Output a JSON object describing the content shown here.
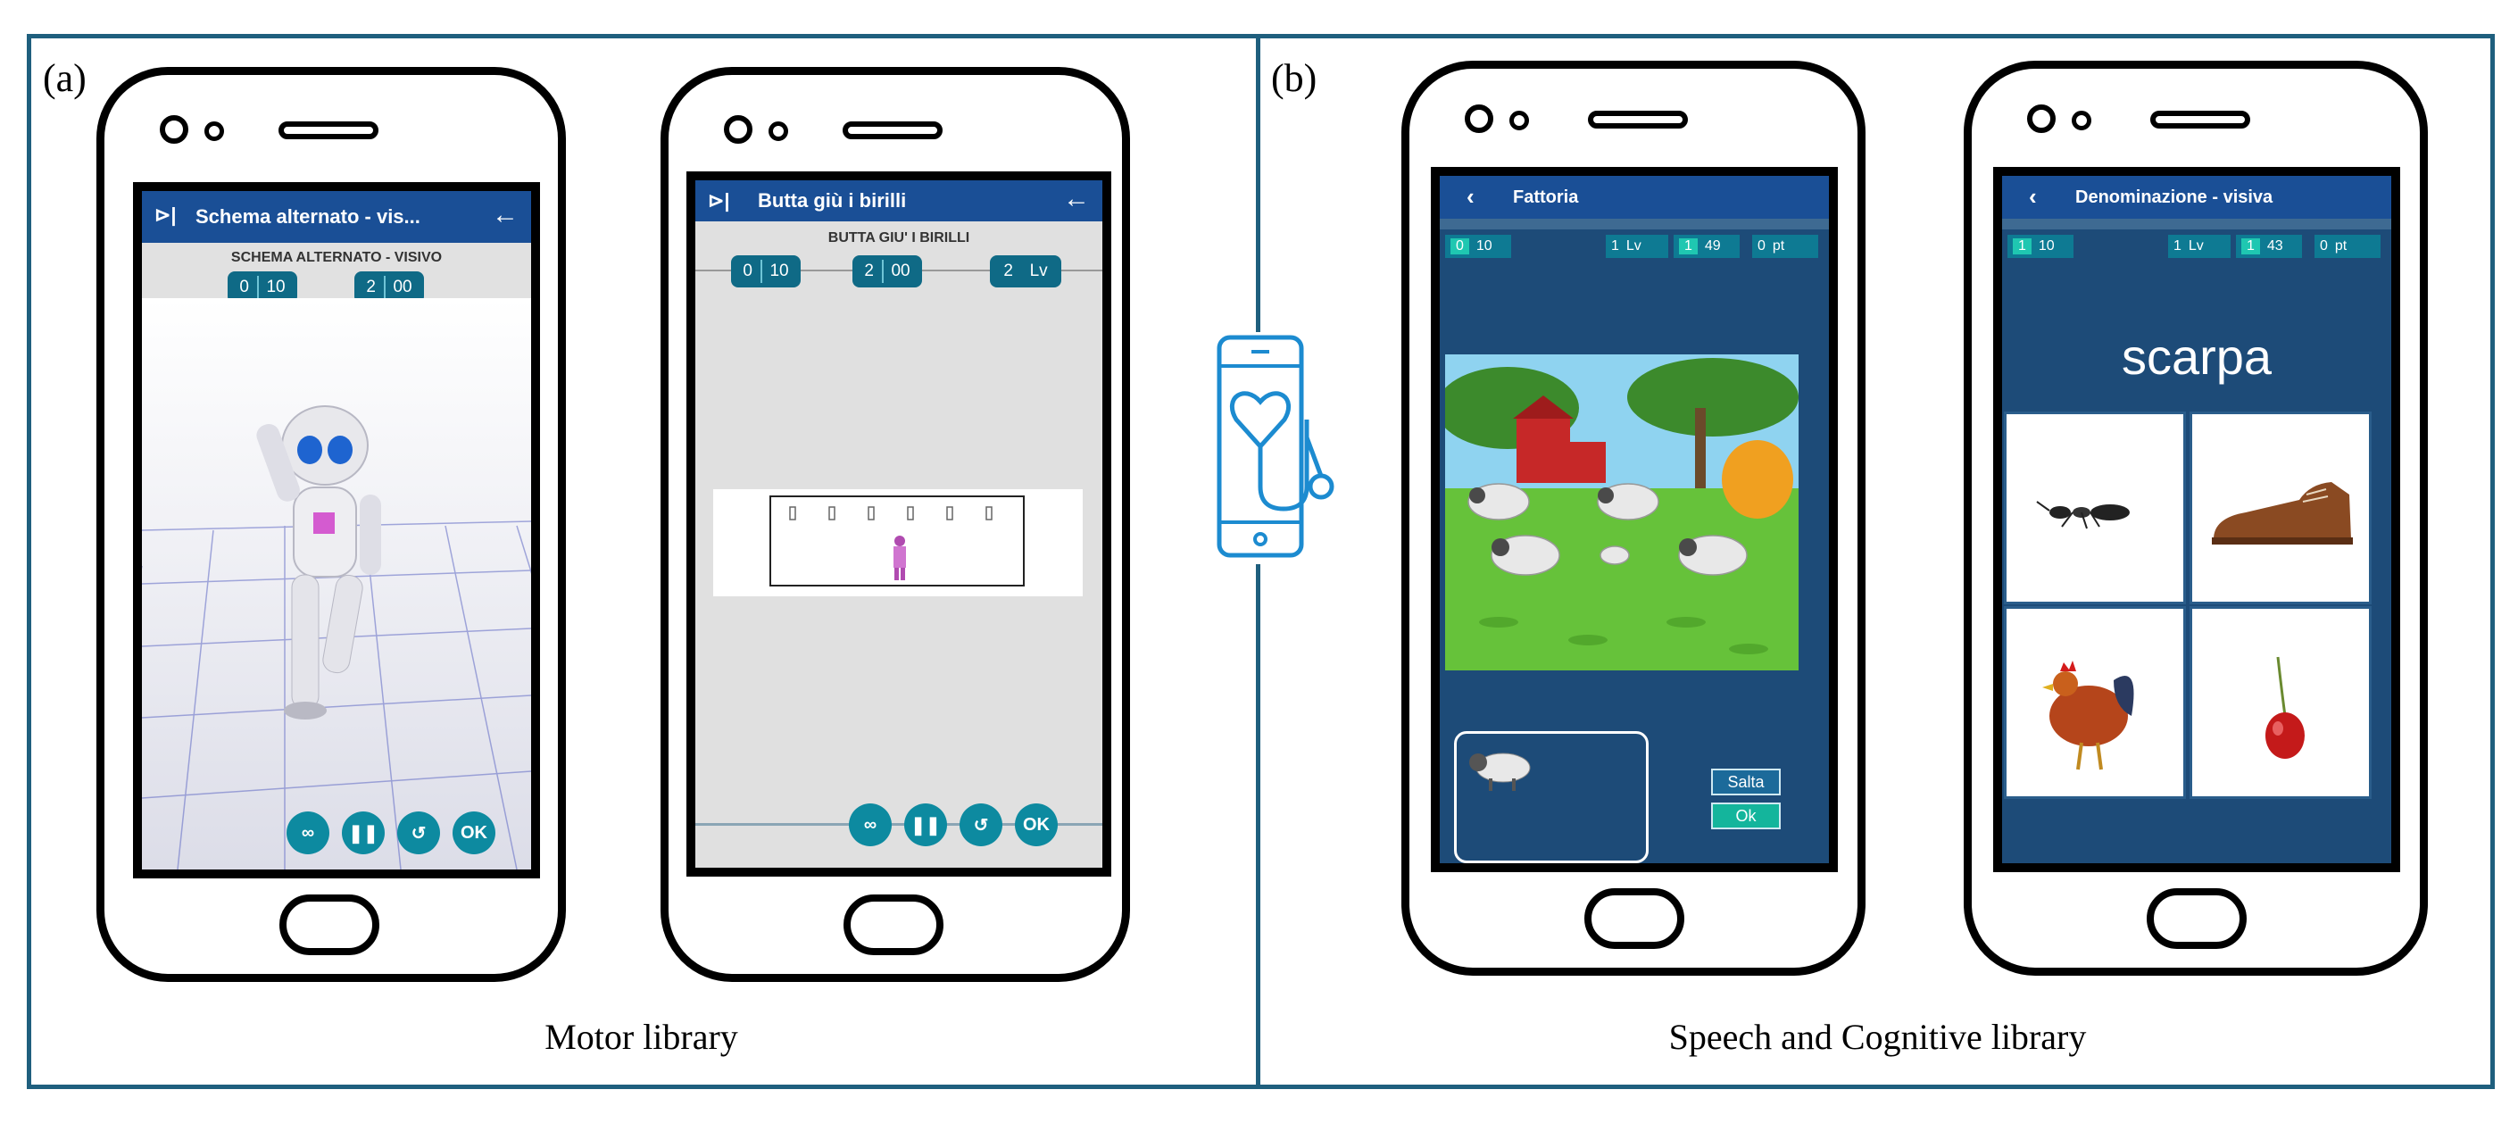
{
  "panels": {
    "a": {
      "label": "(a)",
      "caption": "Motor library",
      "phone1": {
        "title": "Schema alternato - vis...",
        "subheading": "SCHEMA ALTERNATO - VISIVO",
        "pill1": [
          "0",
          "10"
        ],
        "pill2": [
          "2",
          "00"
        ],
        "controls": [
          "link-icon",
          "pause-icon",
          "restart-icon",
          "OK"
        ]
      },
      "phone2": {
        "title": "Butta giù i birilli",
        "subheading": "BUTTA GIU' I BIRILLI",
        "pill1": [
          "0",
          "10"
        ],
        "pill2": [
          "2",
          "00"
        ],
        "pill3": [
          "2",
          "Lv"
        ],
        "controls": [
          "link-icon",
          "pause-icon",
          "restart-icon",
          "OK"
        ]
      }
    },
    "b": {
      "label": "(b)",
      "caption": "Speech and Cognitive library",
      "phone3": {
        "title": "Fattoria",
        "stat1": [
          "0",
          "10"
        ],
        "stat2": [
          "1",
          "Lv"
        ],
        "stat3": [
          "1",
          "49"
        ],
        "stat4": [
          "0",
          "pt"
        ],
        "skip_label": "Salta",
        "ok_label": "Ok"
      },
      "phone4": {
        "title": "Denominazione - visiva",
        "stat1": [
          "1",
          "10"
        ],
        "stat2": [
          "1",
          "Lv"
        ],
        "stat3": [
          "1",
          "43"
        ],
        "stat4": [
          "0",
          "pt"
        ],
        "word": "scarpa"
      }
    }
  },
  "icons": {
    "center": "telehealth-phone-stethoscope-icon",
    "back": "back-arrow-icon"
  },
  "colors": {
    "frame": "#1f5f7e",
    "appbar": "#1a4f96",
    "pill": "#0f6a86",
    "control": "#0d8aa0",
    "cognitive_bg": "#1d4b78",
    "accent": "#1fc7b1"
  }
}
